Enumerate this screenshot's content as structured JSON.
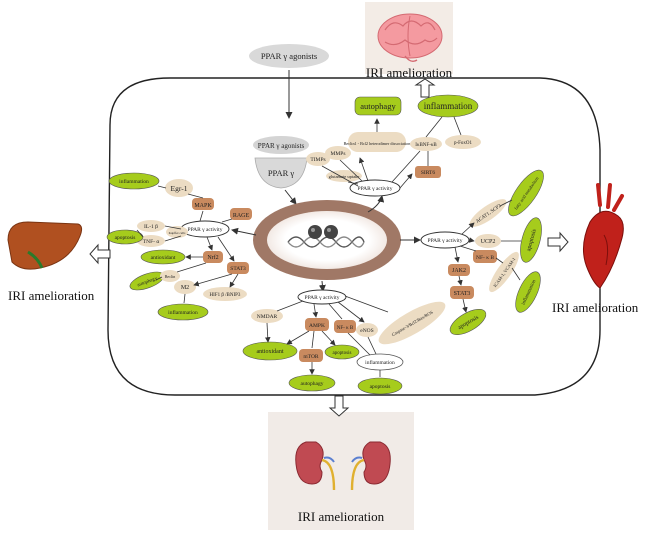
{
  "outcome": {
    "brain": "IRI amelioration",
    "liver": "IRI amelioration",
    "heart": "IRI amelioration",
    "kidney": "IRI amelioration"
  },
  "center": {
    "agonists_outside": "PPAR γ agonists",
    "agonists_inside": "PPAR γ agonists",
    "receptor": "PPAR γ"
  },
  "top_pathway": {
    "hub": "PPAR γ activity",
    "autophagy": "autophagy",
    "inflammation": "inflammation",
    "beclin_text": "Beclin1 - Bcl2 heterodimer dissociation",
    "mmps": "MMPs",
    "timps": "TIMPs",
    "ikk": "IκBNF-κB",
    "pfox": "p-FoxO1",
    "glut": "glutamate uptake",
    "sirt": "SIRT6"
  },
  "left_pathway": {
    "hub": "PPAR γ activity",
    "inflammation": "inflammation",
    "egr": "Egr-1",
    "mapk": "MAPK",
    "rage": "RAGE",
    "il1b": "IL-1 β",
    "tnf": "TNF- α",
    "kc": "Kupffer cells",
    "apoptosis": "apoptosis",
    "nrf2": "Nrf2",
    "stat3": "STAT3",
    "antioxidant": "antioxidant",
    "autophagy": "autophagy",
    "m2": "M2",
    "hif": "HIF1 β /BNIP3",
    "inflammation2": "inflammation",
    "beclin": "Beclin"
  },
  "right_pathway": {
    "hub": "PPAR γ activity",
    "acat": "ACAT1, SCP2",
    "fa": "fatty acid metabolism",
    "ucp2": "UCP2",
    "apoptosis1": "apoptosis",
    "nfkb": "NF- κ B",
    "jak2": "JAK2",
    "icam": "ICAM-1, VCAM-1",
    "stat3": "STAT3",
    "inflammation": "inflammation",
    "apoptosis2": "apoptosis"
  },
  "bottom_pathway": {
    "hub": "PPAR γ activity",
    "nmdar": "NMDAR",
    "ampk": "AMPK",
    "nfkb": "NF- κ B",
    "enos": "eNOS",
    "longtext": "Caspase-3/Bcl2/Bax/ROS",
    "antioxidant": "antioxidant",
    "mtor": "mTOR",
    "apoptosis": "apoptosis",
    "inflammation": "inflammation",
    "autophagy": "autophagy",
    "apoptosis2": "apoptosis"
  },
  "colors": {
    "green": "#a6cc1c",
    "brown": "#c98a5f",
    "beige": "#ecdcc3",
    "gray": "#d9d9d9",
    "nucleus": "#a07866"
  }
}
